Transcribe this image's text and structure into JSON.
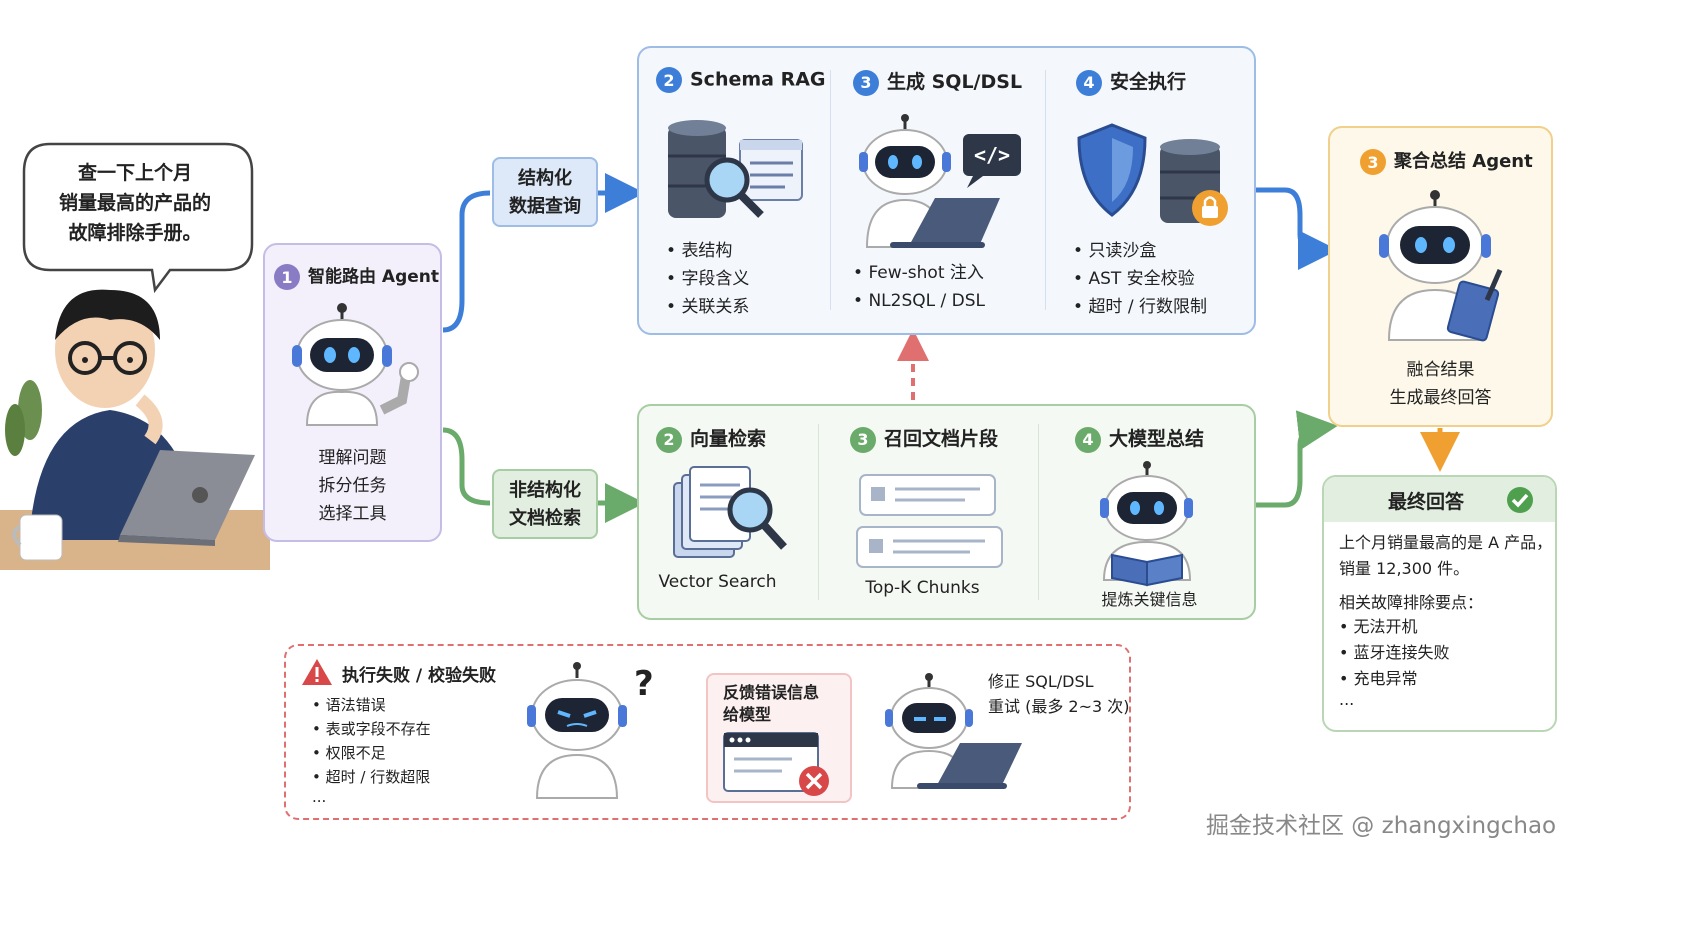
{
  "speech": {
    "line1": "查一下上个月",
    "line2": "销量最高的产品的",
    "line3": "故障排除手册。"
  },
  "router": {
    "num": "1",
    "title": "智能路由 Agent",
    "lines": [
      "理解问题",
      "拆分任务",
      "选择工具"
    ]
  },
  "branch_struct": {
    "line1": "结构化",
    "line2": "数据查询"
  },
  "branch_unstruct": {
    "line1": "非结构化",
    "line2": "文档检索"
  },
  "structured": {
    "step2": {
      "num": "2",
      "title": "Schema RAG",
      "bullets": [
        "表结构",
        "字段含义",
        "关联关系"
      ]
    },
    "step3": {
      "num": "3",
      "title": "生成 SQL/DSL",
      "bullets": [
        "Few-shot 注入",
        "NL2SQL / DSL"
      ]
    },
    "step4": {
      "num": "4",
      "title": "安全执行",
      "bullets": [
        "只读沙盒",
        "AST 安全校验",
        "超时 / 行数限制"
      ]
    }
  },
  "unstructured": {
    "step2": {
      "num": "2",
      "title": "向量检索",
      "caption": "Vector Search"
    },
    "step3": {
      "num": "3",
      "title": "召回文档片段",
      "caption": "Top-K Chunks"
    },
    "step4": {
      "num": "4",
      "title": "大模型总结",
      "caption": "提炼关键信息"
    }
  },
  "aggregate": {
    "num": "3",
    "title": "聚合总结 Agent",
    "line1": "融合结果",
    "line2": "生成最终回答"
  },
  "final": {
    "title": "最终回答",
    "line1": "上个月销量最高的是 A 产品，",
    "line2": "销量 12,300 件。",
    "sub": "相关故障排除要点：",
    "bullets": [
      "无法开机",
      "蓝牙连接失败",
      "充电异常"
    ],
    "more": "..."
  },
  "error": {
    "title": "执行失败 / 校验失败",
    "bullets": [
      "语法错误",
      "表或字段不存在",
      "权限不足",
      "超时 / 行数超限"
    ],
    "more": "...",
    "feedback1": "反馈错误信息",
    "feedback2": "给模型",
    "retry1": "修正 SQL/DSL",
    "retry2": "重试 (最多 2~3 次)"
  },
  "watermark": "掘金技术社区 @ zhangxingchao",
  "colors": {
    "purple": "#8a7cc4",
    "blue": "#3d7fd8",
    "green": "#6aaa6a",
    "orange": "#f0a030",
    "red": "#e07070"
  }
}
